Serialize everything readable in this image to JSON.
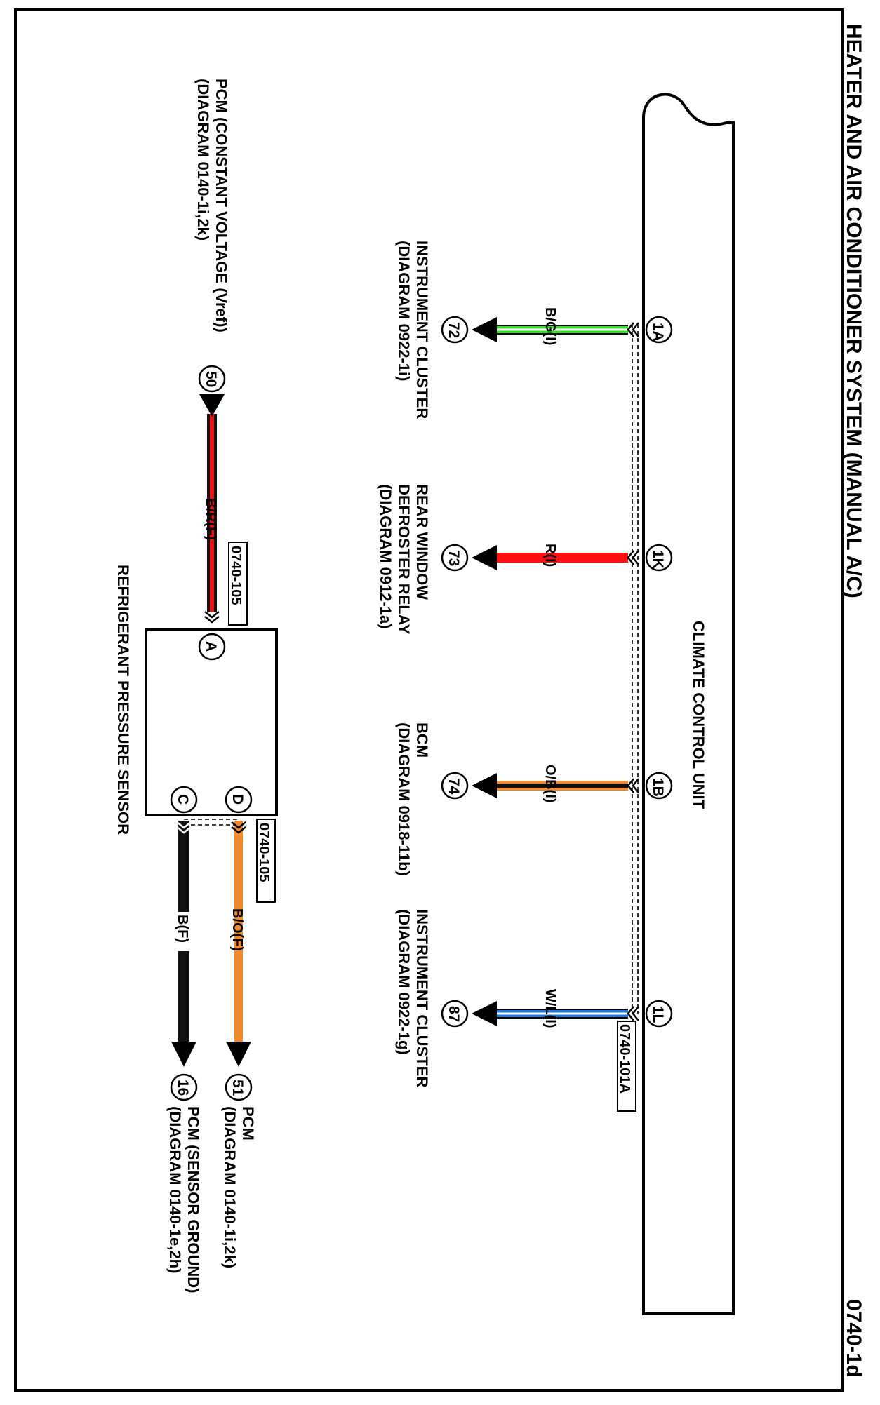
{
  "title": "HEATER AND AIR CONDITIONER SYSTEM (MANUAL A/C)",
  "page_code": "0740-1d",
  "climate_control_unit": {
    "label": "CLIMATE CONTROL UNIT",
    "connector_label": "0740-101A",
    "pins": [
      {
        "pin": "1A",
        "wire": "B/G(I)",
        "color": "#33dd22",
        "stripe": "#ffffff",
        "dest_no": "72",
        "dest_name": "INSTRUMENT CLUSTER",
        "dest_ref": "(DIAGRAM 0922-1i)"
      },
      {
        "pin": "1K",
        "wire": "R(I)",
        "color": "#ff1111",
        "stripe": "",
        "dest_no": "73",
        "dest_name1": "REAR WINDOW",
        "dest_name2": "DEFROSTER RELAY",
        "dest_ref": "(DIAGRAM 0912-1a)"
      },
      {
        "pin": "1B",
        "wire": "O/B(I)",
        "color": "#111111",
        "stripe": "#f08a2a",
        "dest_no": "74",
        "dest_name": "BCM",
        "dest_ref": "(DIAGRAM 0918-11b)"
      },
      {
        "pin": "1L",
        "wire": "W/L(I)",
        "color": "#2277dd",
        "stripe": "#ffffff",
        "dest_no": "87",
        "dest_name": "INSTRUMENT CLUSTER",
        "dest_ref": "(DIAGRAM 0922-1g)"
      }
    ]
  },
  "refrigerant_pressure_sensor": {
    "label": "REFRIGERANT PRESSURE SENSOR",
    "connector_label_top": "0740-105",
    "connector_label_bottom": "0740-105",
    "pin_a": {
      "pin": "A",
      "wire": "B/R(F)",
      "color": "#111111",
      "stripe": "#ee1111",
      "src_no": "50",
      "src_name": "PCM (CONSTANT VOLTAGE (Vref))",
      "src_ref": "(DIAGRAM 0140-1i,2k)"
    },
    "pin_d": {
      "pin": "D",
      "wire": "B/O(F)",
      "color": "#f08a2a",
      "stripe": "",
      "dest_no": "51",
      "dest_name": "PCM",
      "dest_ref": "(DIAGRAM 0140-1i,2k)"
    },
    "pin_c": {
      "pin": "C",
      "wire": "B(F)",
      "color": "#111111",
      "stripe": "",
      "dest_no": "16",
      "dest_name": "PCM (SENSOR GROUND)",
      "dest_ref": "(DIAGRAM 0140-1e,2h)"
    }
  }
}
